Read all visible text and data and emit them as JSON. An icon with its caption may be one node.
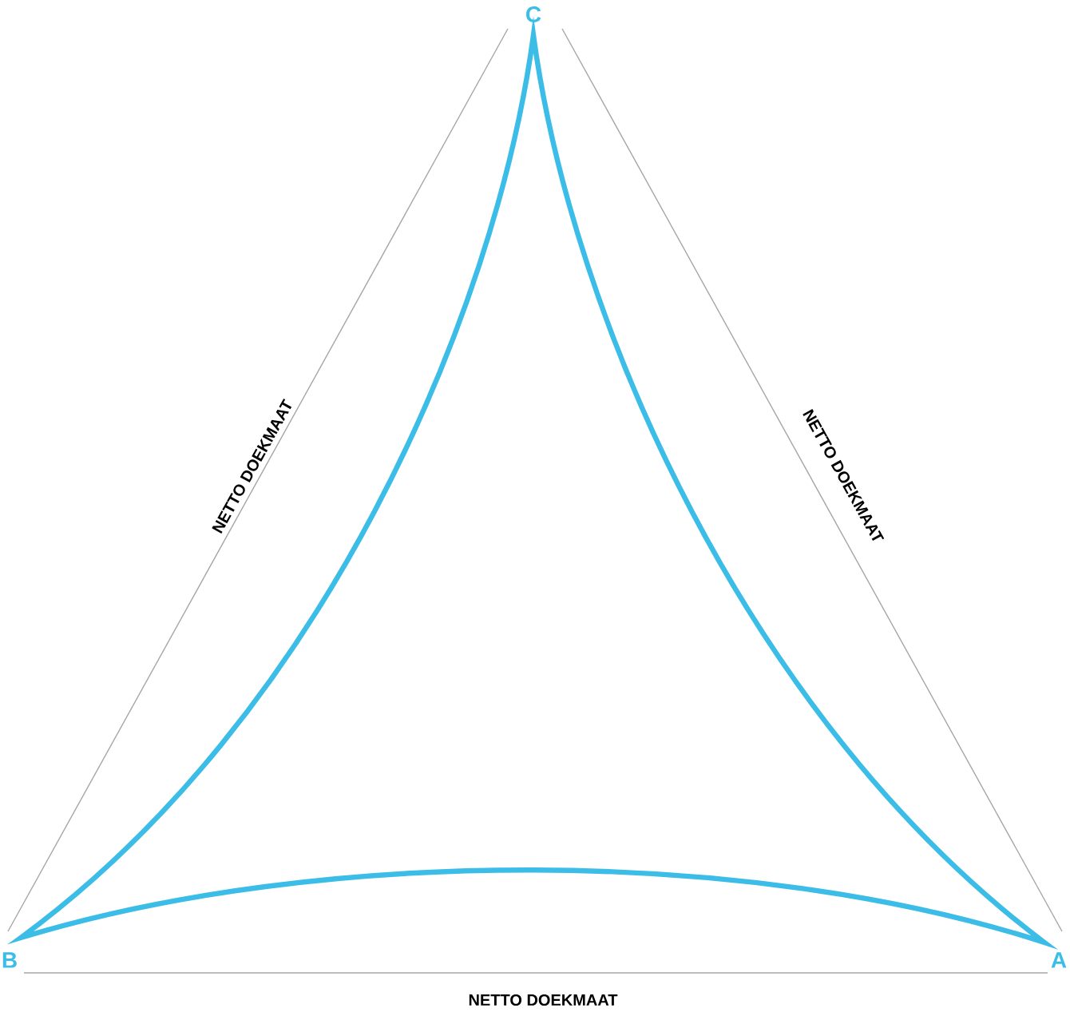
{
  "diagram": {
    "labels": [
      "C",
      "NETTO DOEKMAAT",
      "NETTO DOEKMAAT",
      "B",
      "A",
      "NETTO DOEKMAAT"
    ]
  }
}
